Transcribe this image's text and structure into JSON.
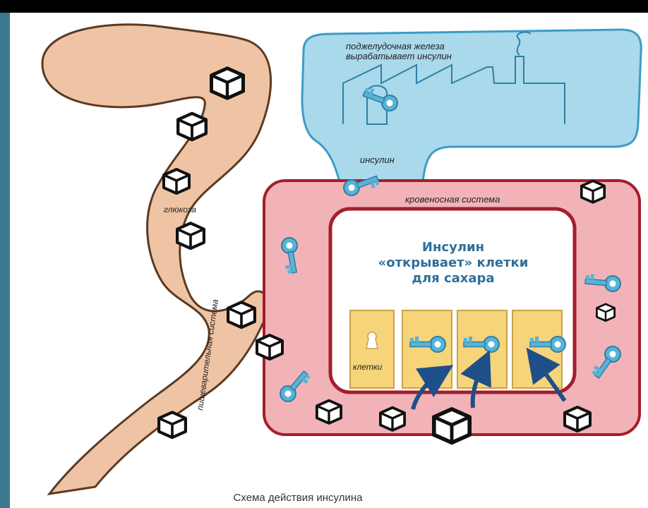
{
  "colors": {
    "frame_outer": "#000000",
    "frame_side": "#3a7a8c",
    "paper": "#ffffff",
    "digestive_fill": "#efc4a4",
    "digestive_stroke": "#5a3a22",
    "pancreas_fill": "#a9d9ea",
    "pancreas_stroke": "#3d9cc5",
    "blood_fill": "#f2b3b8",
    "blood_stroke": "#a41e2b",
    "cell_fill": "#f6d47a",
    "cell_stroke": "#c9a24a",
    "key_color": "#58b4d6",
    "arrow_color": "#1f4f88",
    "title_color": "#2f6e9a"
  },
  "labels": {
    "pancreas": [
      "поджелудочная железа",
      "вырабатывает инсулин"
    ],
    "insulin": "инсулин",
    "blood_system": "кровеносная система",
    "glucose": "глюкоза",
    "digestive_system": "пищеварительная система",
    "cells": "клетки"
  },
  "title": [
    "Инсулин",
    "«открывает» клетки",
    "для сахара"
  ],
  "caption": "Схема действия инсулина"
}
